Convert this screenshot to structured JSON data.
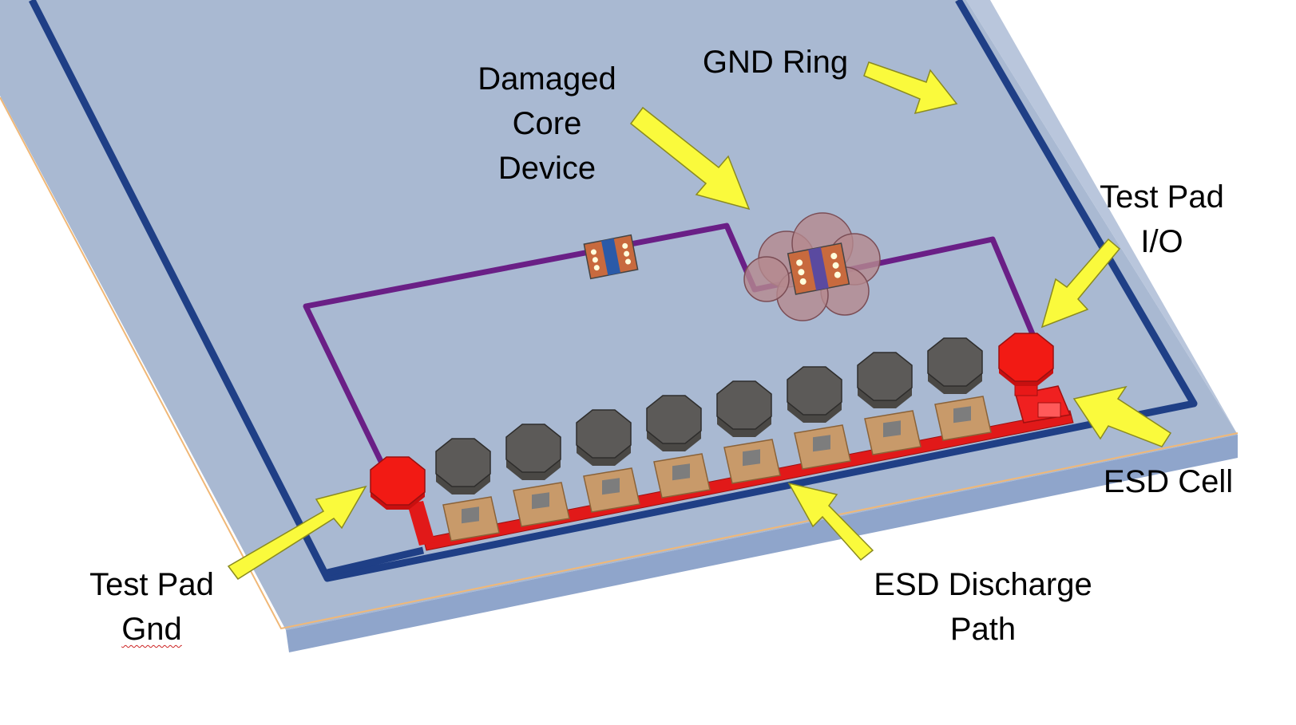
{
  "labels": {
    "damaged_core_device": [
      "Damaged",
      "Core",
      "Device"
    ],
    "gnd_ring": [
      "GND Ring"
    ],
    "test_pad_io": [
      "Test Pad",
      "I/O"
    ],
    "esd_cell": [
      "ESD Cell"
    ],
    "esd_discharge_path": [
      "ESD Discharge",
      "Path"
    ],
    "test_pad_gnd": [
      "Test Pad",
      "Gnd"
    ]
  },
  "colors": {
    "background": "#ffffff",
    "die_surface": "#a9b9d2",
    "die_edge": "#8fa5cb",
    "gnd_ring": "#1f3f86",
    "core_trace": "#6a1f86",
    "esd_path": "#e11919",
    "test_pad": "#f21a14",
    "io_pad": "#5c5a58",
    "esd_cell_body": "#c89a6a",
    "via_block": "#5a36a8",
    "arrow": "#fafa3c",
    "damage_cloud": "#b58a8e"
  },
  "counts": {
    "io_pads": 8
  }
}
